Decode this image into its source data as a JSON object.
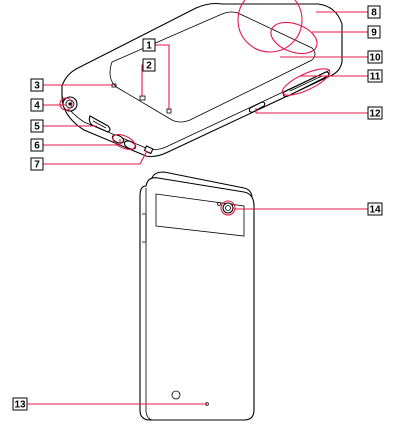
{
  "callouts": [
    {
      "id": 1,
      "label": "1"
    },
    {
      "id": 2,
      "label": "2"
    },
    {
      "id": 3,
      "label": "3"
    },
    {
      "id": 4,
      "label": "4"
    },
    {
      "id": 5,
      "label": "5"
    },
    {
      "id": 6,
      "label": "6"
    },
    {
      "id": 7,
      "label": "7"
    },
    {
      "id": 8,
      "label": "8"
    },
    {
      "id": 9,
      "label": "9"
    },
    {
      "id": 10,
      "label": "10"
    },
    {
      "id": 11,
      "label": "11"
    },
    {
      "id": 12,
      "label": "12"
    },
    {
      "id": 13,
      "label": "13"
    },
    {
      "id": 14,
      "label": "14"
    }
  ],
  "colors": {
    "leader_line": "#e8174a",
    "outline": "#000000",
    "background": "#ffffff"
  }
}
